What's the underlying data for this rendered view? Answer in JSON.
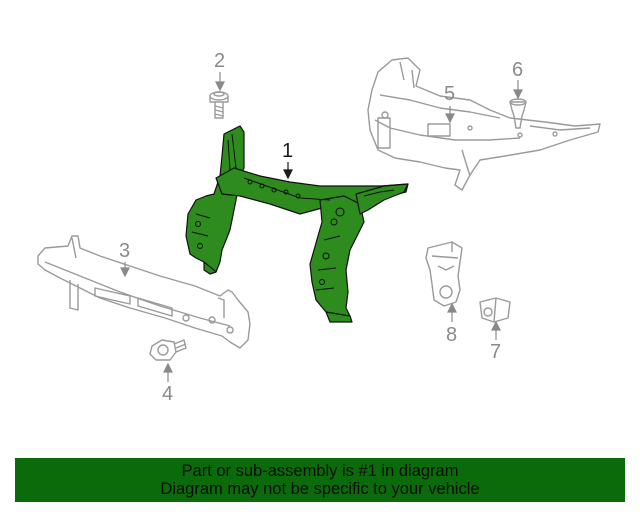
{
  "callouts": {
    "c1": "1",
    "c2": "2",
    "c3": "3",
    "c4": "4",
    "c5": "5",
    "c6": "6",
    "c7": "7",
    "c8": "8"
  },
  "footer": {
    "line1": "Part or sub-assembly is #1 in diagram",
    "line2": "Diagram may not be specific to your vehicle"
  },
  "colors": {
    "highlight_part": "#2e8b1e",
    "outline": "#8a8a8a",
    "footer_bg": "#0b6b0b"
  }
}
